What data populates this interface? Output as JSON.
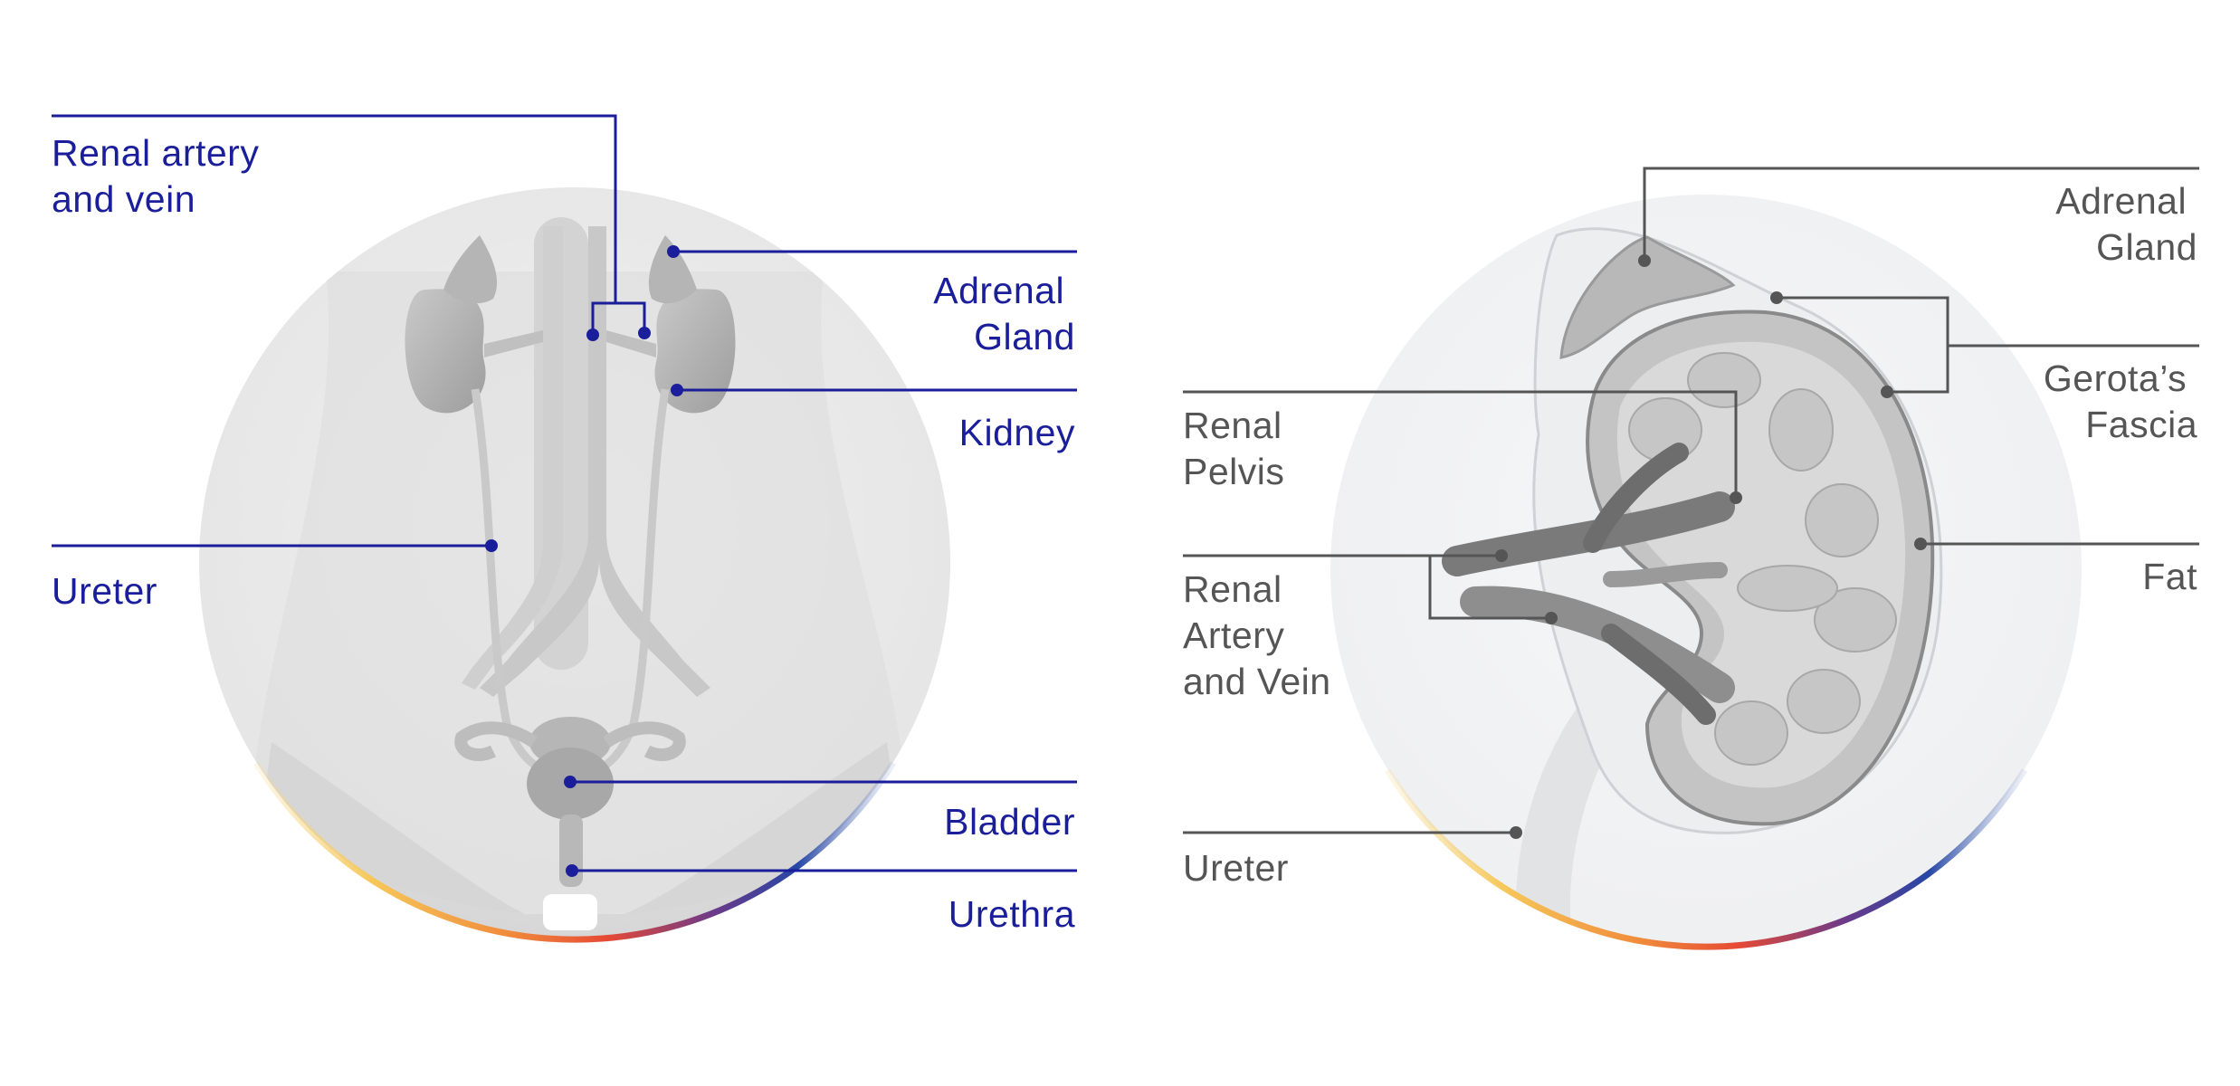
{
  "colors": {
    "left_label": "#1a1e9a",
    "right_label": "#555555",
    "arc_yellow": "#f6c85a",
    "arc_orange": "#f08a3a",
    "arc_red": "#e64a35",
    "arc_blue": "#2747a6"
  },
  "left_diagram": {
    "labels": {
      "renal_artery_vein": [
        "Renal artery",
        "and vein"
      ],
      "adrenal_gland": [
        "Adrenal",
        "Gland"
      ],
      "kidney": [
        "Kidney"
      ],
      "ureter": [
        "Ureter"
      ],
      "bladder": [
        "Bladder"
      ],
      "urethra": [
        "Urethra"
      ]
    }
  },
  "right_diagram": {
    "labels": {
      "adrenal_gland": [
        "Adrenal",
        "Gland"
      ],
      "gerotas_fascia": [
        "Gerota’s",
        "Fascia"
      ],
      "renal_pelvis": [
        "Renal",
        "Pelvis"
      ],
      "fat": [
        "Fat"
      ],
      "renal_artery_vein": [
        "Renal",
        "Artery",
        "and Vein"
      ],
      "ureter": [
        "Ureter"
      ]
    }
  }
}
